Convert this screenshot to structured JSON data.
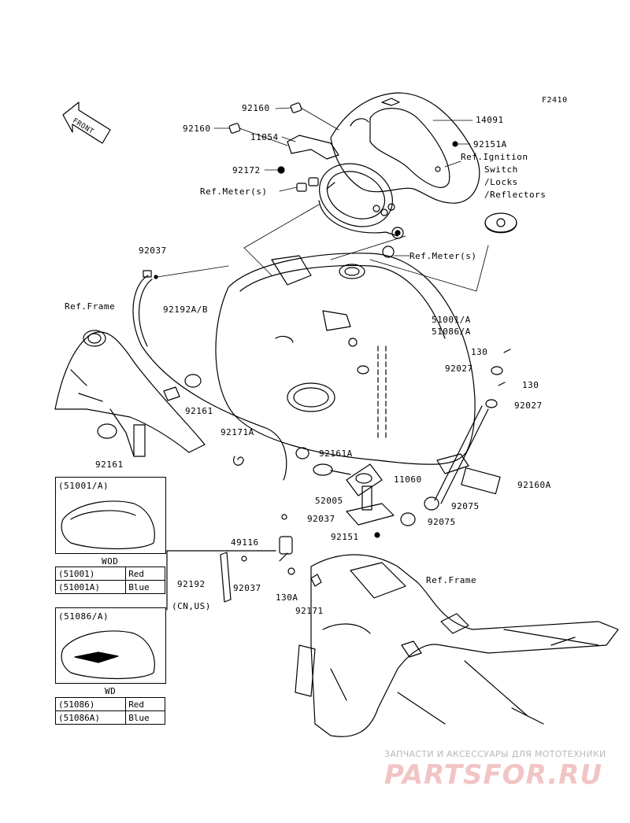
{
  "diagram_code": "F2410",
  "front_label": "FRONT",
  "callouts": {
    "c92160a": "92160",
    "c92160b": "92160",
    "c11054": "11054",
    "c92172": "92172",
    "c14091": "14091",
    "c92151A": "92151A",
    "ref_ignition": [
      "Ref.Ignition",
      "Switch",
      "/Locks",
      "/Reflectors"
    ],
    "ref_meter1": "Ref.Meter(s)",
    "ref_meter2": "Ref.Meter(s)",
    "c92037a": "92037",
    "ref_frame1": "Ref.Frame",
    "c92192AB": "92192A/B",
    "c51001A": "51001/A",
    "c51086A": "51086/A",
    "c130a": "130",
    "c92027a": "92027",
    "c130b": "130",
    "c92027b": "92027",
    "c92161a": "92161",
    "c92161b": "92161",
    "c92171A": "92171A",
    "c92161A": "92161A",
    "c11060": "11060",
    "c52005": "52005",
    "c92160A": "92160A",
    "c92075a": "92075",
    "c92075b": "92075",
    "c92037b": "92037",
    "c92151": "92151",
    "c49116": "49116",
    "c92192": "92192",
    "c92037c": "92037",
    "cn_us": "(CN,US)",
    "c130A": "130A",
    "c92171": "92171",
    "ref_frame2": "Ref.Frame"
  },
  "legend_wod": {
    "box_title": "(51001/A)",
    "caption": "WOD",
    "rows": [
      {
        "part": "(51001)",
        "color": "Red"
      },
      {
        "part": "(51001A)",
        "color": "Blue"
      }
    ]
  },
  "legend_wd": {
    "box_title": "(51086/A)",
    "caption": "WD",
    "rows": [
      {
        "part": "(51086)",
        "color": "Red"
      },
      {
        "part": "(51086A)",
        "color": "Blue"
      }
    ]
  },
  "watermark": {
    "tagline": "ЗАПЧАСТИ И АКСЕССУАРЫ ДЛЯ МОТОТЕХНИКИ",
    "logo": "PARTSFOR.RU"
  },
  "colors": {
    "line": "#000000",
    "watermark_text": "#b9b9b9",
    "watermark_logo": "#f2c4c4"
  }
}
